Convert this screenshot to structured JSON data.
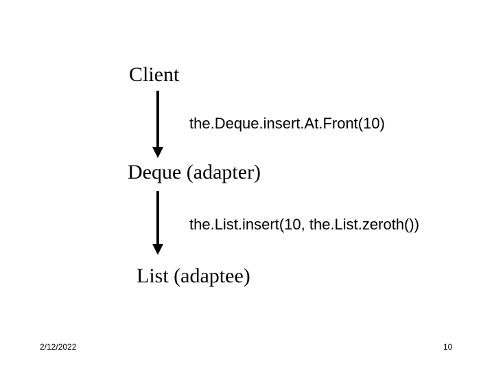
{
  "diagram": {
    "nodes": {
      "client": "Client",
      "deque": "Deque (adapter)",
      "list": "List (adaptee)"
    },
    "calls": {
      "client_to_deque": "the.Deque.insert.At.Front(10)",
      "deque_to_list": "the.List.insert(10, the.List.zeroth())"
    }
  },
  "footer": {
    "date": "2/12/2022",
    "page_number": "10"
  },
  "colors": {
    "arrow": "#000000",
    "text": "#000000",
    "background": "#ffffff"
  }
}
